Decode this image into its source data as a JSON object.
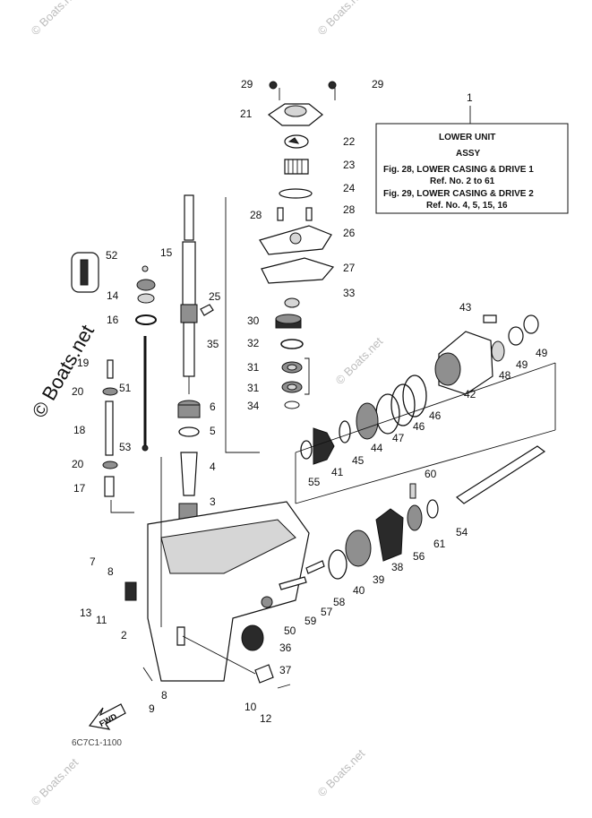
{
  "watermark": {
    "text": "© Boats.net"
  },
  "info_box": {
    "ref_number": "1",
    "title_line1": "LOWER UNIT",
    "title_line2": "ASSY",
    "line3": "Fig. 28, LOWER CASING & DRIVE 1",
    "line4": "Ref. No. 2 to 61",
    "line5": "Fig. 29, LOWER CASING & DRIVE 2",
    "line6": "Ref. No. 4, 5, 15, 16"
  },
  "fwd_label": "FWD",
  "diagram_code": "6C7C1-1100",
  "callouts": {
    "c29a": "29",
    "c29b": "29",
    "c21": "21",
    "c22": "22",
    "c23": "23",
    "c24": "24",
    "c28a": "28",
    "c28b": "28",
    "c26": "26",
    "c27": "27",
    "c33": "33",
    "c30": "30",
    "c32": "32",
    "c31a": "31",
    "c31b": "31",
    "c34": "34",
    "c52": "52",
    "c15": "15",
    "c14": "14",
    "c16": "16",
    "c25": "25",
    "c35": "35",
    "c19": "19",
    "c20a": "20",
    "c51": "51",
    "c18": "18",
    "c53": "53",
    "c20b": "20",
    "c17": "17",
    "c6": "6",
    "c5": "5",
    "c4": "4",
    "c3": "3",
    "c43": "43",
    "c48": "48",
    "c49a": "49",
    "c49b": "49",
    "c42": "42",
    "c46a": "46",
    "c46b": "46",
    "c47": "47",
    "c44": "44",
    "c45": "45",
    "c41": "41",
    "c55": "55",
    "c60": "60",
    "c54": "54",
    "c61": "61",
    "c56": "56",
    "c38": "38",
    "c39": "39",
    "c40": "40",
    "c58": "58",
    "c57": "57",
    "c59": "59",
    "c50": "50",
    "c36": "36",
    "c37": "37",
    "c7": "7",
    "c8a": "8",
    "c13": "13",
    "c11": "11",
    "c2": "2",
    "c8b": "8",
    "c9": "9",
    "c10": "10",
    "c12": "12"
  }
}
